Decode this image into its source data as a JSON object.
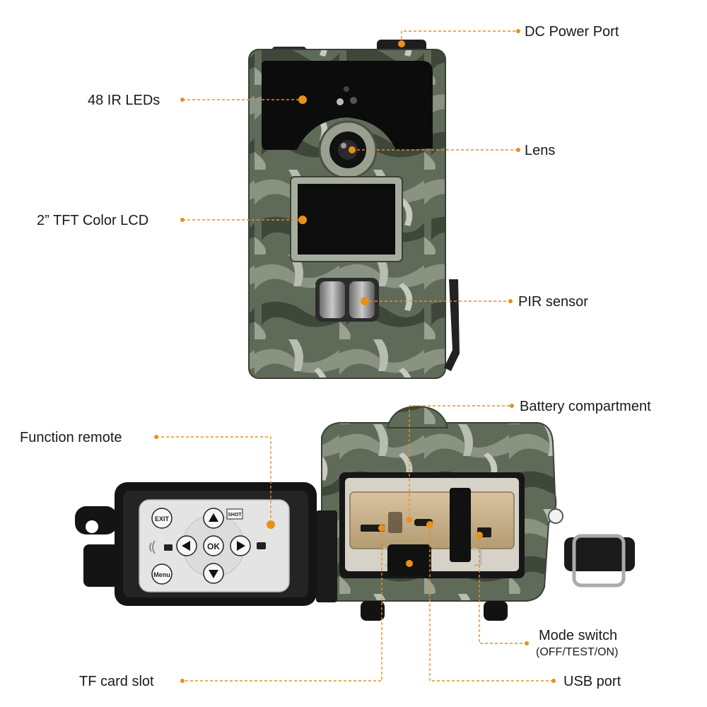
{
  "labels": {
    "dc_power_port": "DC Power Port",
    "ir_leds": "48 IR LEDs",
    "lens": "Lens",
    "lcd": "2” TFT Color LCD",
    "pir": "PIR sensor",
    "battery": "Battery compartment",
    "remote": "Function remote",
    "mode_switch": "Mode switch",
    "mode_switch_sub": "(OFF/TEST/ON)",
    "tf_card": "TF card slot",
    "usb": "USB port"
  },
  "remote_buttons": {
    "exit": "EXIT",
    "ok": "OK",
    "menu": "Menu",
    "shot": "SHOT"
  },
  "colors": {
    "accent": "#e8901c",
    "camo_base": "#6b7560",
    "ir_panel": "#0c0c0c",
    "housing_black": "#141414"
  },
  "icons": [
    "power-port-icon",
    "lens-icon",
    "pir-sensor-icon",
    "remote-control-icon",
    "mode-switch-icon",
    "tf-card-icon",
    "usb-port-icon"
  ]
}
